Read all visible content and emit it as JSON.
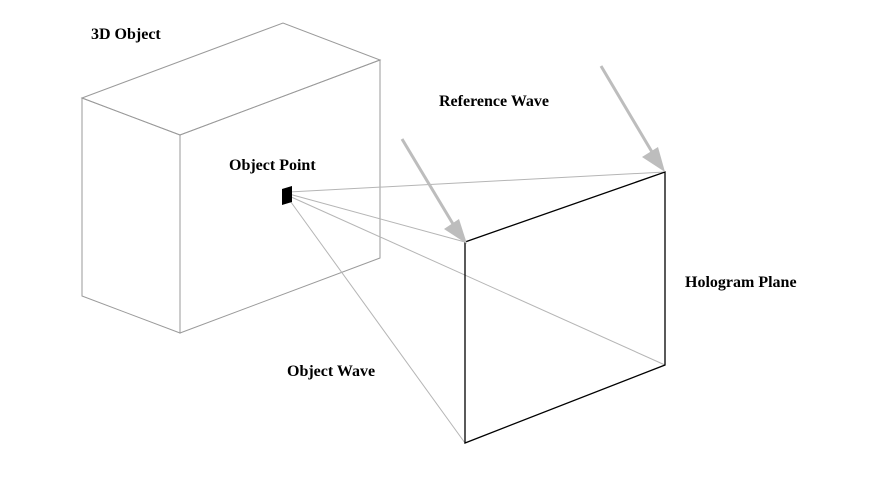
{
  "labels": {
    "object": "3D Object",
    "object_point": "Object Point",
    "reference_wave": "Reference Wave",
    "hologram_plane": "Hologram Plane",
    "object_wave": "Object Wave"
  },
  "colors": {
    "box_edge": "#9a9a9a",
    "ray": "#b5b5b5",
    "arrow": "#bdbdbd",
    "plane_edge": "#000000",
    "object_point": "#000000",
    "background": "#ffffff"
  }
}
